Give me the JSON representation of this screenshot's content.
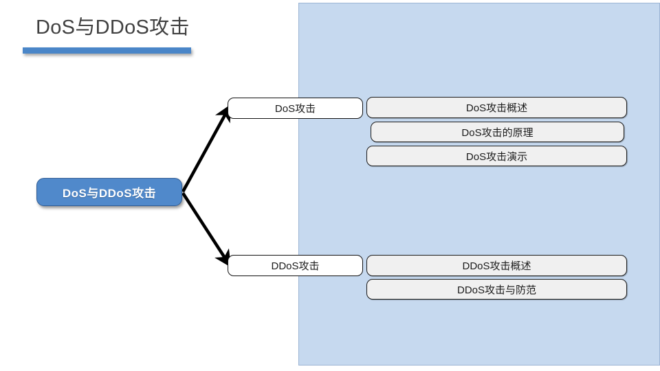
{
  "slide": {
    "title": "DoS与DDoS攻击",
    "accent_color": "#4a86c8",
    "panel_color": "#c6d9ef",
    "panel_border_color": "#9bb4d4",
    "title_color": "#404040"
  },
  "diagram": {
    "root": {
      "label": "DoS与DDoS攻击",
      "fill_color": "#5089cb",
      "border_color": "#2f5c94",
      "text_color": "#ffffff"
    },
    "branches": [
      {
        "label": "DoS攻击",
        "leaves": [
          {
            "label": "DoS攻击概述"
          },
          {
            "label": "DoS攻击的原理"
          },
          {
            "label": "DoS攻击演示"
          }
        ]
      },
      {
        "label": "DDoS攻击",
        "leaves": [
          {
            "label": "DDoS攻击概述"
          },
          {
            "label": "DDoS攻击与防范"
          }
        ]
      }
    ],
    "leaf_fill_color": "#f0f0f0",
    "connector_color": "#000000"
  }
}
